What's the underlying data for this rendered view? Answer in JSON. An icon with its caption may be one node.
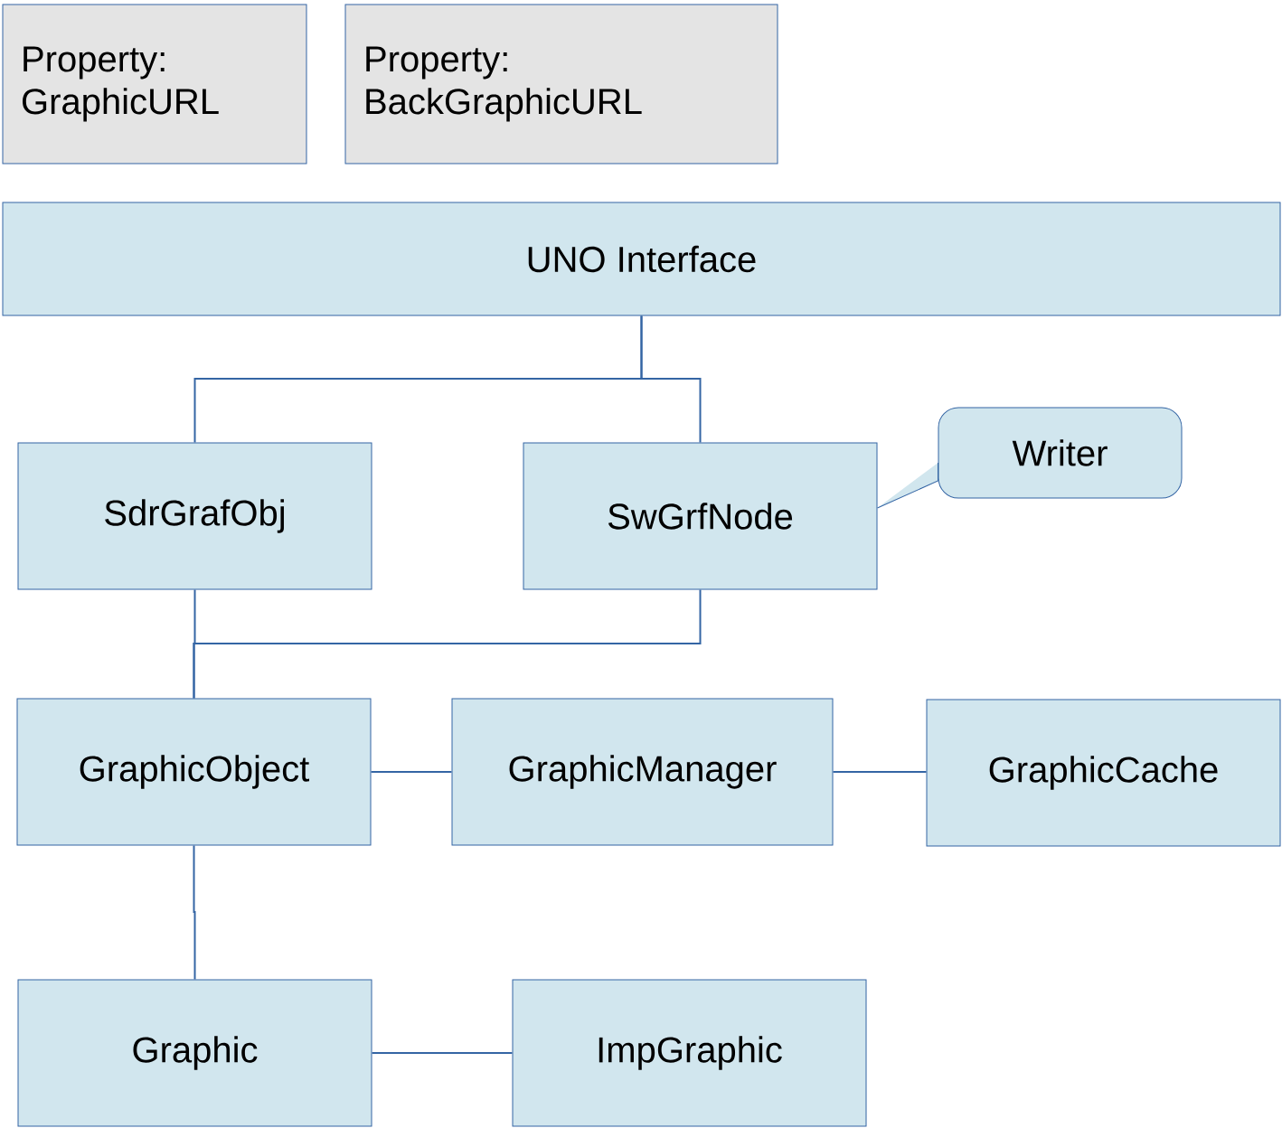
{
  "diagram": {
    "nodes": [
      {
        "text": [
          "Property: GraphicURL"
        ]
      },
      {
        "text": [
          "Property: BackGraphicURL"
        ]
      },
      {
        "text": [
          "UNO Interface"
        ]
      },
      {
        "text": [
          "SdrGrafObj"
        ]
      },
      {
        "text": [
          "SwGrfNode"
        ]
      },
      {
        "text": [
          "Writer"
        ]
      },
      {
        "text": [
          "GraphicObject"
        ]
      },
      {
        "text": [
          "GraphicManager"
        ]
      },
      {
        "text": [
          "GraphicCache"
        ]
      },
      {
        "text": [
          "Graphic"
        ]
      },
      {
        "text": [
          "ImpGraphic"
        ]
      }
    ],
    "edges": [
      {
        "from": 2,
        "to": 3,
        "arrow": "none"
      },
      {
        "from": 2,
        "to": 4,
        "arrow": "none"
      },
      {
        "from": 5,
        "to": 4,
        "arrow": "none"
      },
      {
        "from": 3,
        "to": 6,
        "arrow": "none"
      },
      {
        "from": 4,
        "to": 6,
        "arrow": "none"
      },
      {
        "from": 6,
        "to": 7,
        "arrow": "none"
      },
      {
        "from": 7,
        "to": 8,
        "arrow": "none"
      },
      {
        "from": 6,
        "to": 9,
        "arrow": "none"
      },
      {
        "from": 9,
        "to": 10,
        "arrow": "none"
      }
    ]
  }
}
